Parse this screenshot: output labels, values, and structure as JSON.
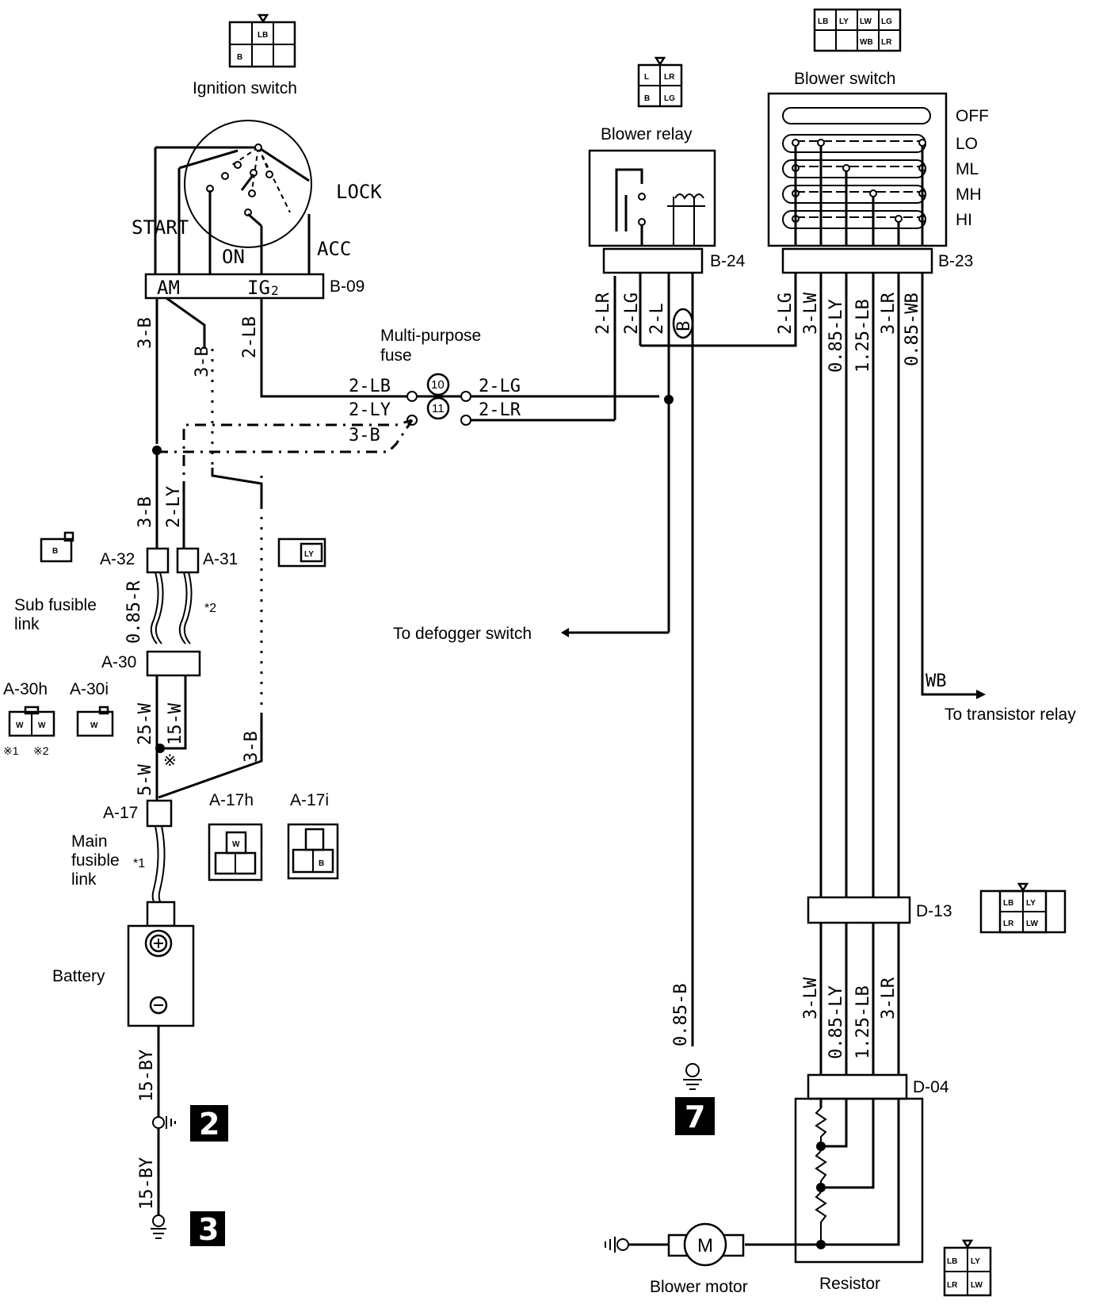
{
  "components": {
    "ignition_switch": "Ignition switch",
    "lock": "LOCK",
    "start": "START",
    "on": "ON",
    "acc": "ACC",
    "am": "AM",
    "ig": "IG",
    "ig_sub": "2",
    "blower_relay": "Blower relay",
    "blower_switch": "Blower switch",
    "multi_purpose_fuse_line1": "Multi-purpose",
    "multi_purpose_fuse_line2": "fuse",
    "fuse_10": "10",
    "fuse_11": "11",
    "sub_fusible_link_line1": "Sub fusible",
    "sub_fusible_link_line2": "link",
    "main_fusible_link_line1": "Main",
    "main_fusible_link_line2": "fusible",
    "main_fusible_link_line3": "link",
    "battery": "Battery",
    "blower_motor": "Blower motor",
    "motor_symbol": "M",
    "resistor": "Resistor",
    "to_defogger_switch": "To defogger switch",
    "to_transistor_relay": "To transistor relay",
    "note_star1": "*1",
    "note_star2": "*2",
    "note_asterisk": "※",
    "note_asterisk_1": "※1",
    "note_asterisk_2": "※2"
  },
  "switch_positions": [
    "OFF",
    "LO",
    "ML",
    "MH",
    "HI"
  ],
  "connectors": {
    "b09": "B-09",
    "b24": "B-24",
    "b23": "B-23",
    "a32": "A-32",
    "a31": "A-31",
    "a30": "A-30",
    "a30h": "A-30h",
    "a30i": "A-30i",
    "a17": "A-17",
    "a17h": "A-17h",
    "a17i": "A-17i",
    "d13": "D-13",
    "d04": "D-04"
  },
  "connector_pins": {
    "ign": [
      "LB",
      "B"
    ],
    "relay": [
      "L",
      "LR",
      "B",
      "LG"
    ],
    "switch": [
      "LB",
      "LY",
      "LW",
      "LG",
      "WB",
      "LR"
    ],
    "a32": "B",
    "a31": "LY",
    "a30h": [
      "W",
      "W"
    ],
    "a30i": "W",
    "a17h": "W",
    "a17i": "B",
    "d13": [
      "LB",
      "LY",
      "LR",
      "LW"
    ],
    "resistor": [
      "LB",
      "LY",
      "LR",
      "LW"
    ]
  },
  "wires": {
    "w_3b_left": "3-B",
    "w_3b_mid": "3-B",
    "w_2lb_ign": "2-LB",
    "w_2lb_fuse": "2-LB",
    "w_2ly_fuse": "2-LY",
    "w_3b_fuse": "3-B",
    "w_2lg_fuse": "2-LG",
    "w_2lr_fuse": "2-LR",
    "w_relay_2lr": "2-LR",
    "w_relay_2lg": "2-LG",
    "w_relay_2l": "2-L",
    "w_relay_b": "B",
    "w_sw_2lg": "2-LG",
    "w_sw_3lw": "3-LW",
    "w_sw_085ly": "0.85-LY",
    "w_sw_125lb": "1.25-LB",
    "w_sw_3lr": "3-LR",
    "w_sw_085wb": "0.85-WB",
    "w_3b_a32": "3-B",
    "w_2ly_a31": "2-LY",
    "w_085r": "0.85-R",
    "w_25w": "25-W",
    "w_15w": "15-W",
    "w_5w": "5-W",
    "w_3b_low": "3-B",
    "w_wb": "WB",
    "w_085b": "0.85-B",
    "w_d_3lw": "3-LW",
    "w_d_085ly": "0.85-LY",
    "w_d_125lb": "1.25-LB",
    "w_d_3lr": "3-LR",
    "w_15by_1": "15-BY",
    "w_15by_2": "15-BY"
  },
  "grounds": [
    "2",
    "3",
    "7"
  ]
}
